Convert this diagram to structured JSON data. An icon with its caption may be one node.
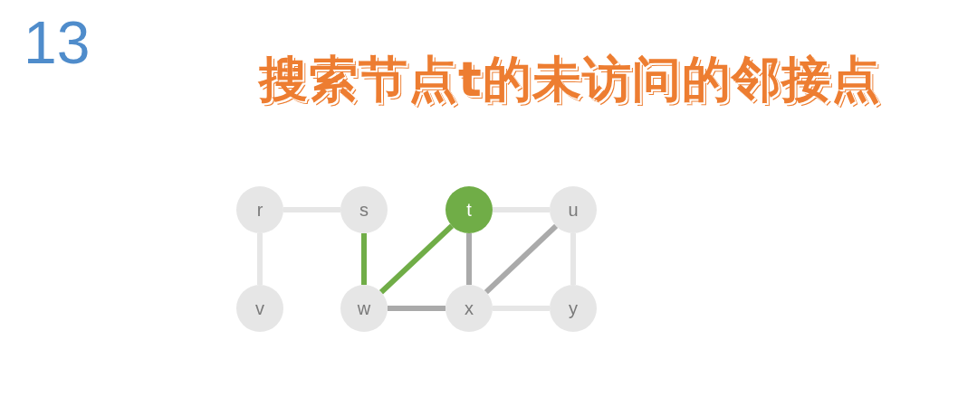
{
  "diagram": {
    "title": "搜索节点t的未访问的邻接点",
    "nodes": [
      {
        "text": [
          "r"
        ]
      },
      {
        "text": [
          "s"
        ]
      },
      {
        "text": [
          "t"
        ]
      },
      {
        "text": [
          "u"
        ]
      },
      {
        "text": [
          "v"
        ]
      },
      {
        "text": [
          "w"
        ]
      },
      {
        "text": [
          "x"
        ]
      },
      {
        "text": [
          "y"
        ]
      }
    ],
    "edges": [
      {
        "from": 0,
        "to": 1,
        "arrow": "none"
      },
      {
        "from": 0,
        "to": 4,
        "arrow": "none"
      },
      {
        "from": 1,
        "to": 5,
        "arrow": "none",
        "color": "#70ad47"
      },
      {
        "from": 2,
        "to": 5,
        "arrow": "none",
        "color": "#70ad47"
      },
      {
        "from": 2,
        "to": 3,
        "arrow": "none"
      },
      {
        "from": 2,
        "to": 6,
        "arrow": "none",
        "color": "#aaaaaa"
      },
      {
        "from": 3,
        "to": 6,
        "arrow": "none",
        "color": "#aaaaaa"
      },
      {
        "from": 3,
        "to": 7,
        "arrow": "none"
      },
      {
        "from": 5,
        "to": 6,
        "arrow": "none",
        "color": "#aaaaaa"
      },
      {
        "from": 6,
        "to": 7,
        "arrow": "none"
      }
    ],
    "labels": [
      "13"
    ]
  }
}
